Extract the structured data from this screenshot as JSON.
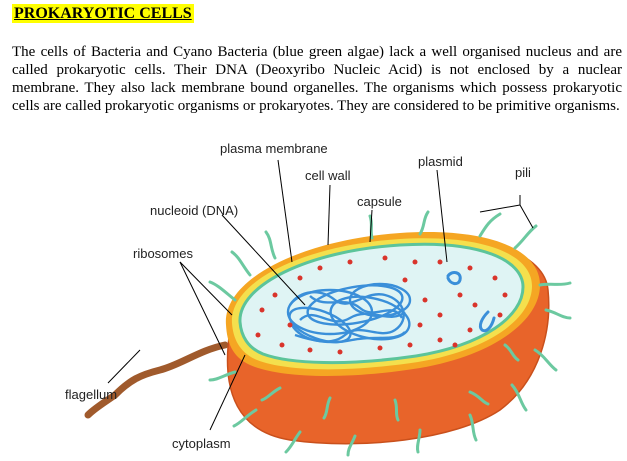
{
  "heading": "PROKARYOTIC CELLS",
  "paragraph": "The cells of Bacteria and Cyano Bacteria (blue green algae) lack a well organised nucleus and are called prokaryotic cells. Their DNA (Deoxyribo Nucleic Acid) is not enclosed by a nuclear membrane. They also lack membrane bound organelles. The organisms which possess prokaryotic cells are called prokaryotic organisms or prokaryotes. They are considered to be primitive organisms.",
  "diagram": {
    "labels": {
      "plasma_membrane": "plasma membrane",
      "cell_wall": "cell wall",
      "plasmid": "plasmid",
      "pili": "pili",
      "capsule": "capsule",
      "nucleoid": "nucleoid (DNA)",
      "ribosomes": "ribosomes",
      "flagellum": "flagellum",
      "cytoplasm": "cytoplasm"
    },
    "colors": {
      "capsule": "#e8642a",
      "cell_wall": "#f5a623",
      "membrane": "#f4e04d",
      "cytoplasm": "#dff4f4",
      "membrane_edge": "#5cc49a",
      "dna": "#3a8fd9",
      "ribosome": "#d9342b",
      "pili": "#6cc9a0",
      "flagellum": "#a05a2c"
    }
  }
}
